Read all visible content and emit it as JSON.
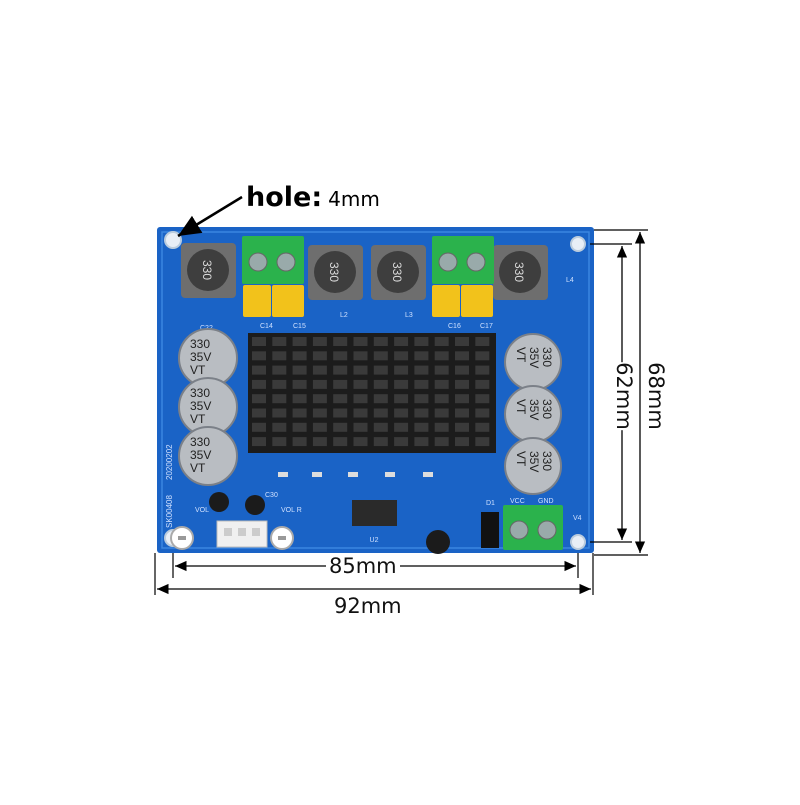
{
  "hole_label": {
    "key": "hole",
    "sep": ":",
    "value": "4mm"
  },
  "dimensions": {
    "inner_width": "85mm",
    "outer_width": "92mm",
    "inner_height": "62mm",
    "outer_height": "68mm"
  },
  "board": {
    "inductor_label": "330",
    "capacitor_lines": [
      "330",
      "35V",
      "VT"
    ],
    "silk_date": "20200202",
    "silk_model": "SK00408",
    "silk_vol_l": "VOL",
    "silk_vol_r": "VOL R",
    "silk_vcc": "VCC",
    "silk_gnd": "GND",
    "silk_v4": "V4",
    "silk_l4": "L4",
    "silk_l2": "L2",
    "silk_l3": "L3",
    "silk_c14": "C14",
    "silk_c15": "C15",
    "silk_c16": "C16",
    "silk_c17": "C17",
    "silk_c22": "C22",
    "silk_c30": "C30",
    "silk_u2": "U2",
    "silk_d1": "D1"
  },
  "colors": {
    "pcb": "#1a63c6",
    "pcb_dark": "#0f4aa0",
    "heatsink": "#1c1c1c",
    "terminal": "#2bb24c",
    "yellow_cap": "#f2c21b"
  }
}
